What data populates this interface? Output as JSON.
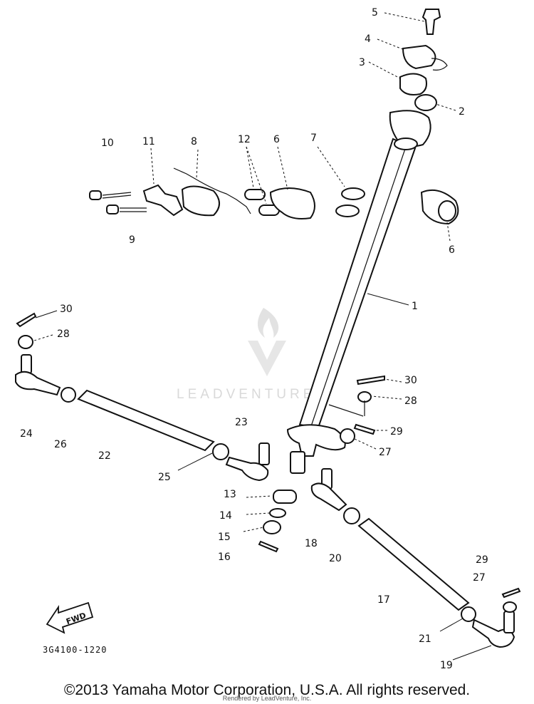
{
  "callouts": {
    "n1": "1",
    "n2": "2",
    "n3": "3",
    "n4": "4",
    "n5": "5",
    "n6a": "6",
    "n6b": "6",
    "n7": "7",
    "n8": "8",
    "n9": "9",
    "n10": "10",
    "n11": "11",
    "n12": "12",
    "n13": "13",
    "n14": "14",
    "n15": "15",
    "n16": "16",
    "n17": "17",
    "n18": "18",
    "n19": "19",
    "n20": "20",
    "n21": "21",
    "n22": "22",
    "n23": "23",
    "n24": "24",
    "n25": "25",
    "n26": "26",
    "n27a": "27",
    "n27b": "27",
    "n28a": "28",
    "n28b": "28",
    "n29a": "29",
    "n29b": "29",
    "n30a": "30",
    "n30b": "30"
  },
  "fwd_label": "FWD",
  "drawing_code": "3G4100-1220",
  "watermark": "LEADVENTURE",
  "copyright": "©2013 Yamaha Motor Corporation, U.S.A. All rights reserved.",
  "rendered_by": "Rendered by LeadVenture, Inc."
}
